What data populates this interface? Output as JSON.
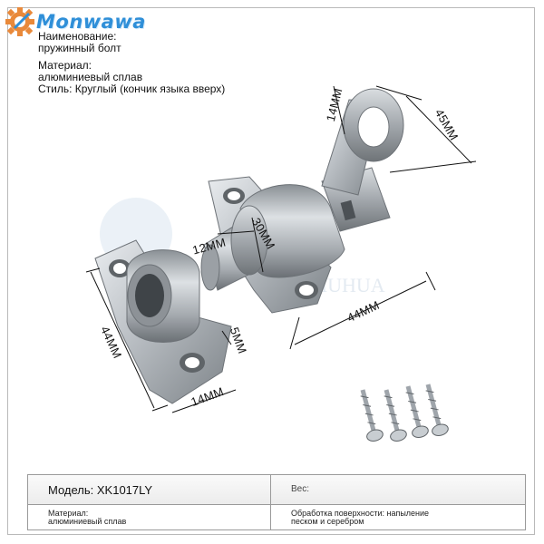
{
  "brand": {
    "logo_text": "Monwawa",
    "colors": {
      "primary": "#2f8fd8",
      "gear": "#e9893a"
    }
  },
  "info": {
    "name_label": "Наименование:",
    "name_value": "пружинный болт",
    "material_label": "Материал:",
    "material_value": "алюминиевый сплав",
    "style": "Стиль: Круглый (кончик языка вверх)"
  },
  "watermark": {
    "text": "HUZHUHUA",
    "icon": "watermark-logo"
  },
  "dimensions": {
    "ring_diameter": "14MM",
    "height": "45MM",
    "hole": "12MM",
    "bolt_length": "30MM",
    "base_length": "44MM",
    "keeper_length": "44MM",
    "keeper_width": "14MM",
    "thickness": "5MM"
  },
  "table": {
    "model": "Модель: XK1017LY",
    "weight": "Вес:",
    "material": "Материал:\nалюминиевый сплав",
    "surface": "Обработка поверхности: напыление\nпеском и серебром"
  }
}
